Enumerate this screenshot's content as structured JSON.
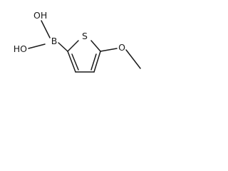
{
  "molecule": {
    "atoms": {
      "boron": "B",
      "hydroxyl_upper": "OH",
      "hydroxyl_lower": "HO",
      "sulfur": "S",
      "ether_oxygen": "O"
    }
  }
}
